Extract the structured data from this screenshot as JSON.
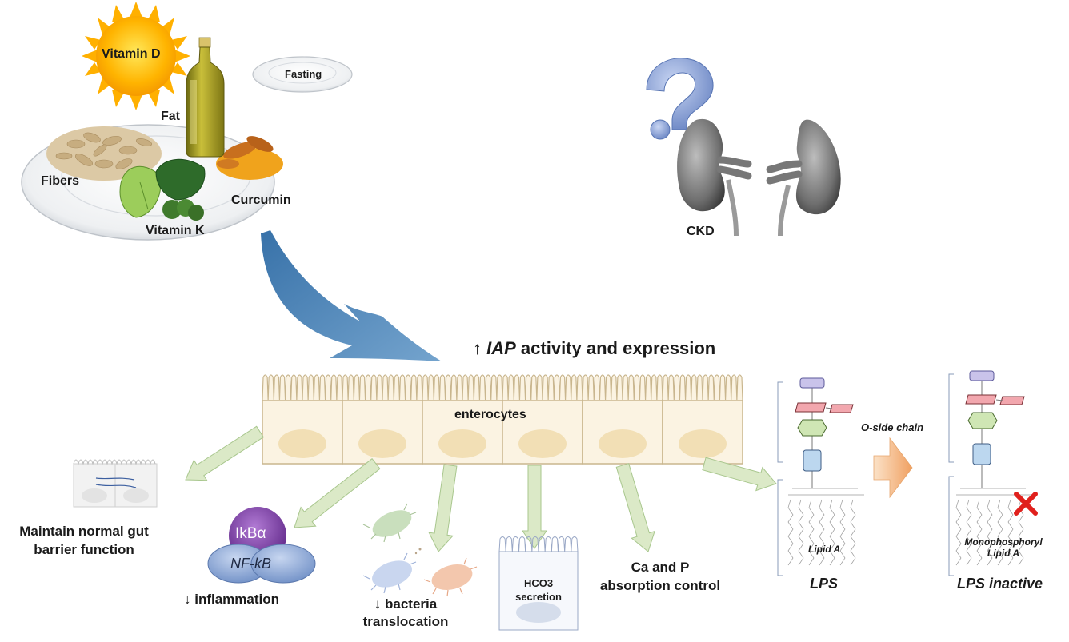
{
  "nutrients": {
    "vitamin_d": "Vitamin D",
    "fasting": "Fasting",
    "fat": "Fat",
    "fibers": "Fibers",
    "curcumin": "Curcumin",
    "vitamin_k": "Vitamin K"
  },
  "ckd": {
    "label": "CKD"
  },
  "iap": {
    "arrow": "↑",
    "name": "IAP",
    "rest": " activity and expression"
  },
  "enterocytes": "enterocytes",
  "outcomes": {
    "barrier_line1": "Maintain normal gut",
    "barrier_line2": "barrier function",
    "ikba": "IkBα",
    "nfkb": "NF-kB",
    "inflammation": "↓ inflammation",
    "bacteria_line1": "↓ bacteria",
    "bacteria_line2": "translocation",
    "hco3_line1": "HCO3",
    "hco3_line2": "secretion",
    "ca_line1": "Ca and P",
    "ca_line2": "absorption control"
  },
  "lps": {
    "o_side_chain": "O-side chain",
    "lipid_a": "Lipid A",
    "lps": "LPS",
    "mono_line1": "Monophosphoryl",
    "mono_line2": "Lipid A",
    "lps_inactive": "LPS inactive"
  },
  "colors": {
    "big_arrow": "#4f86b6",
    "pale_arrow": "#dbe9c7",
    "pale_arrow_stroke": "#a9c78e",
    "cell_fill": "#fbf3e2",
    "cell_stroke": "#c9b68e",
    "nucleus": "#f2dfb5",
    "ikba": "#7b3d9c",
    "nfkb": "#8fa9d6",
    "orange_arrow": "#f6c08f",
    "red_x": "#e0201c"
  }
}
